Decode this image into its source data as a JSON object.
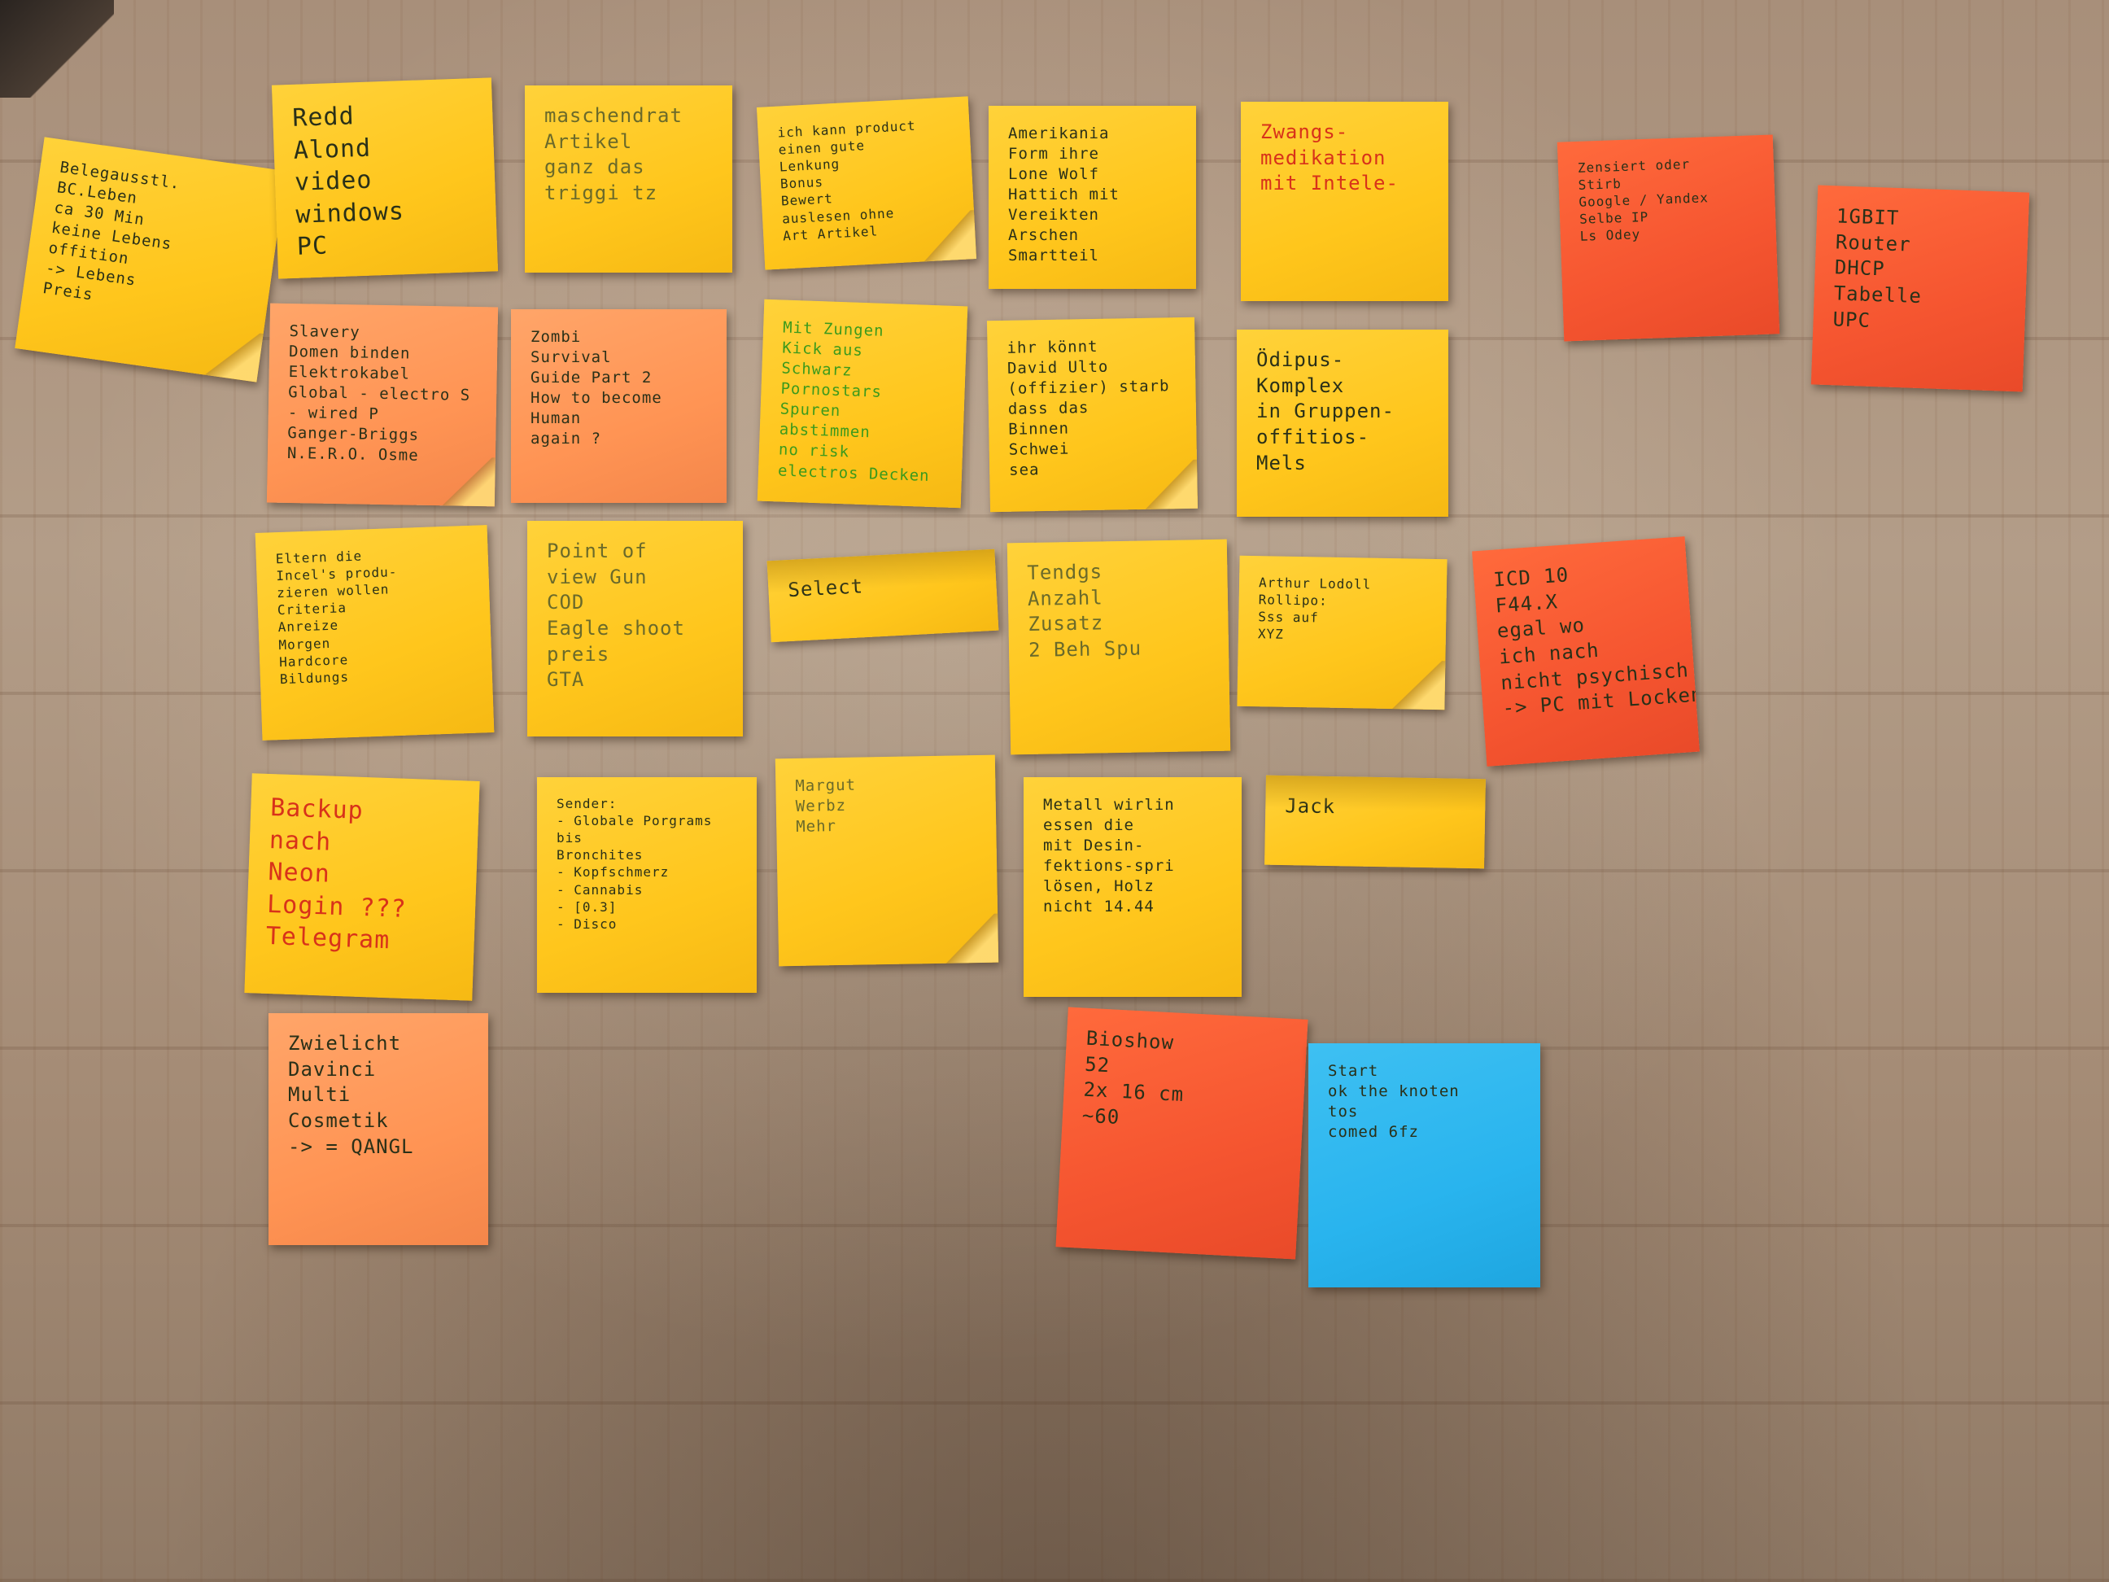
{
  "notes": [
    {
      "id": "n1",
      "color": "yellow",
      "lines": [
        "Belegausstl.",
        "BC.Leben",
        "ca 30 Min",
        "keine Lebens",
        "offition",
        "-> Lebens",
        "Preis"
      ]
    },
    {
      "id": "n2",
      "color": "yellow",
      "lines": [
        "Redd",
        "Alond",
        "video",
        "windows",
        "PC"
      ]
    },
    {
      "id": "n3",
      "color": "yellow",
      "lines": [
        "maschendrat",
        "Artikel",
        "ganz das",
        "triggi tz"
      ]
    },
    {
      "id": "n4",
      "color": "yellow",
      "lines": [
        "ich kann product",
        "einen gute",
        "Lenkung",
        "Bonus",
        "Bewert",
        "auslesen ohne",
        "Art Artikel"
      ]
    },
    {
      "id": "n5",
      "color": "yellow",
      "lines": [
        "Amerikania",
        "Form ihre",
        "Lone Wolf",
        "Hattich mit",
        "Vereikten",
        "Arschen",
        "Smartteil"
      ]
    },
    {
      "id": "n6",
      "color": "yellow",
      "lines": [
        "Zwangs-",
        "medikation",
        "mit Intele-"
      ]
    },
    {
      "id": "n7",
      "color": "red",
      "lines": [
        "Zensiert oder",
        "Stirb",
        "Google / Yandex",
        "Selbe IP",
        "Ls Odey"
      ]
    },
    {
      "id": "n8",
      "color": "red",
      "lines": [
        "1GBIT",
        "Router",
        "DHCP",
        "Tabelle",
        "UPC"
      ]
    },
    {
      "id": "n9",
      "color": "orange",
      "lines": [
        "Slavery",
        "Domen binden",
        "Elektrokabel",
        "Global - electro S",
        "- wired P",
        "Ganger-Briggs",
        "N.E.R.O. Osme"
      ]
    },
    {
      "id": "n10",
      "color": "orange",
      "lines": [
        "Zombi",
        "Survival",
        "Guide Part 2",
        "How to become",
        "Human",
        "again ?"
      ]
    },
    {
      "id": "n11",
      "color": "yellow",
      "lines": [
        "Mit Zungen",
        "Kick aus",
        "Schwarz",
        "Pornostars",
        "Spuren",
        "abstimmen",
        "no risk",
        "electros Decken"
      ]
    },
    {
      "id": "n12",
      "color": "yellow",
      "lines": [
        "ihr könnt",
        "David Ulto",
        "(offizier) starb",
        "dass das",
        "Binnen",
        "Schwei",
        "sea"
      ]
    },
    {
      "id": "n13",
      "color": "yellow",
      "lines": [
        "Ödipus-",
        "Komplex",
        "in Gruppen-",
        "offitios-",
        "Mels"
      ]
    },
    {
      "id": "n14",
      "color": "yellow",
      "lines": [
        "Eltern die",
        "Incel's produ-",
        "zieren wollen",
        "Criteria",
        "Anreize",
        "Morgen",
        "Hardcore",
        "Bildungs"
      ]
    },
    {
      "id": "n15",
      "color": "yellow",
      "lines": [
        "Point of",
        "view Gun",
        "COD",
        "Eagle shoot",
        "preis",
        "GTA"
      ]
    },
    {
      "id": "n16",
      "color": "yellow",
      "lines": [
        "Select"
      ]
    },
    {
      "id": "n17",
      "color": "yellow",
      "lines": [
        "Tendgs",
        "Anzahl",
        "Zusatz",
        "2 Beh Spu"
      ]
    },
    {
      "id": "n18",
      "color": "yellow",
      "lines": [
        "Arthur Lodoll",
        "Rollipo:",
        "Sss auf",
        "XYZ"
      ]
    },
    {
      "id": "n19",
      "color": "red",
      "lines": [
        "ICD 10",
        "F44.X",
        "egal wo",
        "ich nach",
        "nicht psychisch",
        "-> PC mit Locken"
      ]
    },
    {
      "id": "n20",
      "color": "yellow",
      "lines": [
        "Backup",
        "nach",
        "Neon",
        "Login ???",
        "Telegram"
      ]
    },
    {
      "id": "n21",
      "color": "yellow",
      "lines": [
        "Sender:",
        "- Globale Porgrams",
        "bis",
        "Bronchites",
        "- Kopfschmerz",
        "- Cannabis",
        "- [0.3]",
        "- Disco"
      ]
    },
    {
      "id": "n22",
      "color": "yellow",
      "lines": [
        "Margut",
        "Werbz",
        "Mehr"
      ]
    },
    {
      "id": "n23",
      "color": "yellow",
      "lines": [
        "Metall wirlin",
        "essen die",
        "mit Desin-",
        "fektions-spri",
        "lösen, Holz",
        "nicht 14.44"
      ]
    },
    {
      "id": "n24",
      "color": "yellow",
      "lines": [
        "Jack"
      ]
    },
    {
      "id": "n25",
      "color": "orange",
      "lines": [
        "Zwielicht",
        "Davinci",
        "Multi",
        "Cosmetik",
        "-> = QANGL"
      ]
    },
    {
      "id": "n26",
      "color": "red",
      "lines": [
        "Bioshow",
        "52",
        "2x 16 cm",
        "~60"
      ]
    },
    {
      "id": "n27",
      "color": "blue",
      "lines": [
        "Start",
        "ok the knoten",
        "tos",
        "comed 6fz"
      ]
    }
  ]
}
